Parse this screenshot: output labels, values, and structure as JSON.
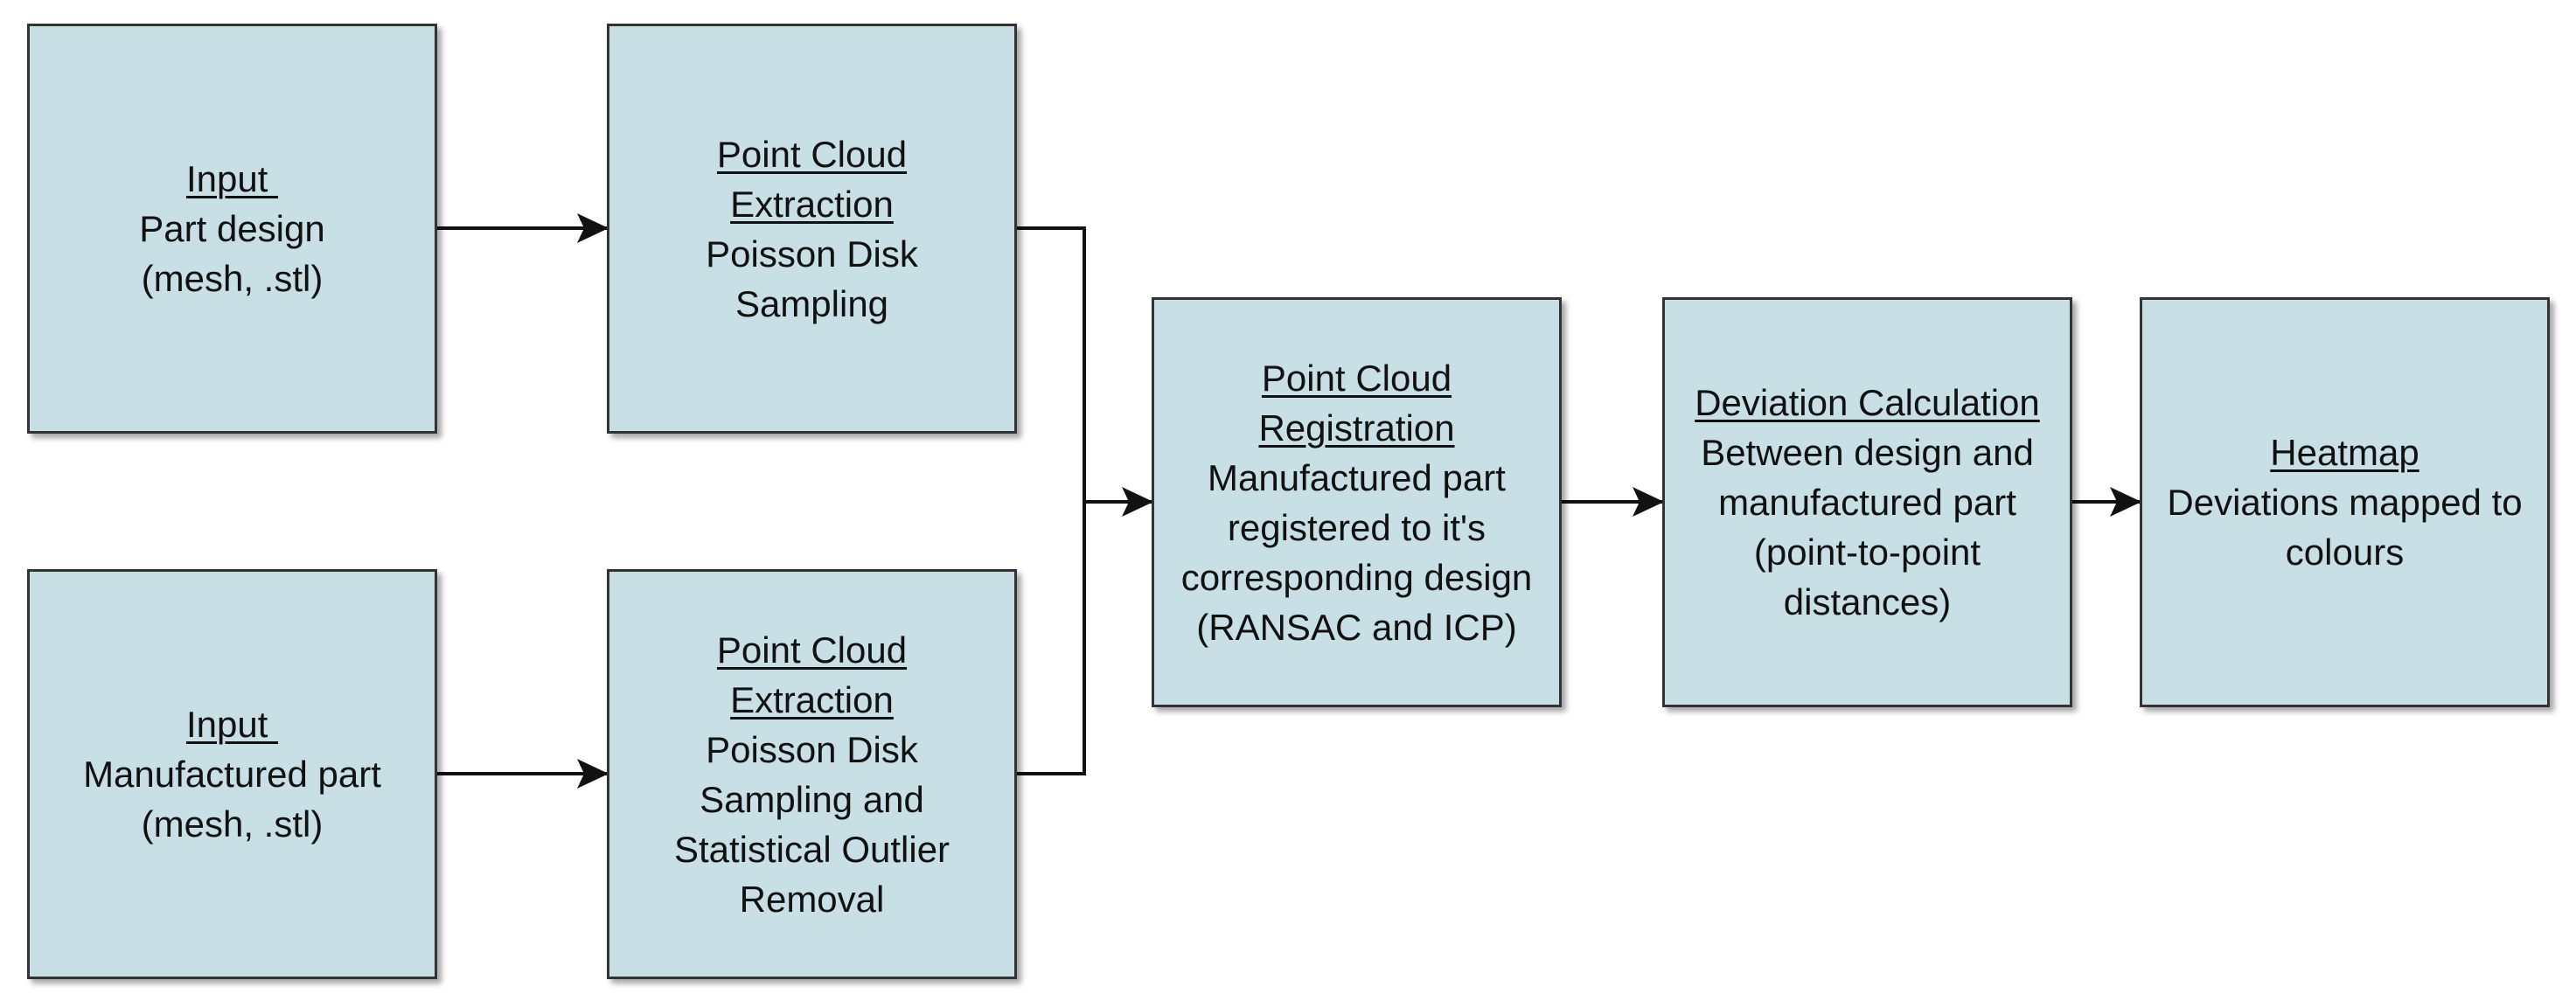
{
  "colors": {
    "box_fill": "#c8dfe6",
    "box_border": "#333333",
    "line": "#111111"
  },
  "boxes": {
    "input_design": {
      "heading": "Input ",
      "body": "Part design\n(mesh, .stl)"
    },
    "input_manufactured": {
      "heading": "Input ",
      "body": "Manufactured part\n(mesh, .stl)"
    },
    "extraction_design": {
      "heading": "Point Cloud\nExtraction",
      "body": "Poisson Disk\nSampling"
    },
    "extraction_manufactured": {
      "heading": "Point Cloud\nExtraction",
      "body": "Poisson Disk\nSampling and\nStatistical Outlier\nRemoval"
    },
    "registration": {
      "heading": "Point Cloud\nRegistration",
      "body": "Manufactured part\nregistered to it's\ncorresponding design\n(RANSAC and ICP)"
    },
    "deviation": {
      "heading": "Deviation Calculation",
      "body": "Between design and\nmanufactured part\n(point-to-point\ndistances)"
    },
    "heatmap": {
      "heading": "Heatmap",
      "body": "Deviations mapped to\ncolours"
    }
  },
  "edges": [
    {
      "from": "input_design",
      "to": "extraction_design"
    },
    {
      "from": "input_manufactured",
      "to": "extraction_manufactured"
    },
    {
      "from": "extraction_design",
      "to": "registration"
    },
    {
      "from": "extraction_manufactured",
      "to": "registration"
    },
    {
      "from": "registration",
      "to": "deviation"
    },
    {
      "from": "deviation",
      "to": "heatmap"
    }
  ]
}
